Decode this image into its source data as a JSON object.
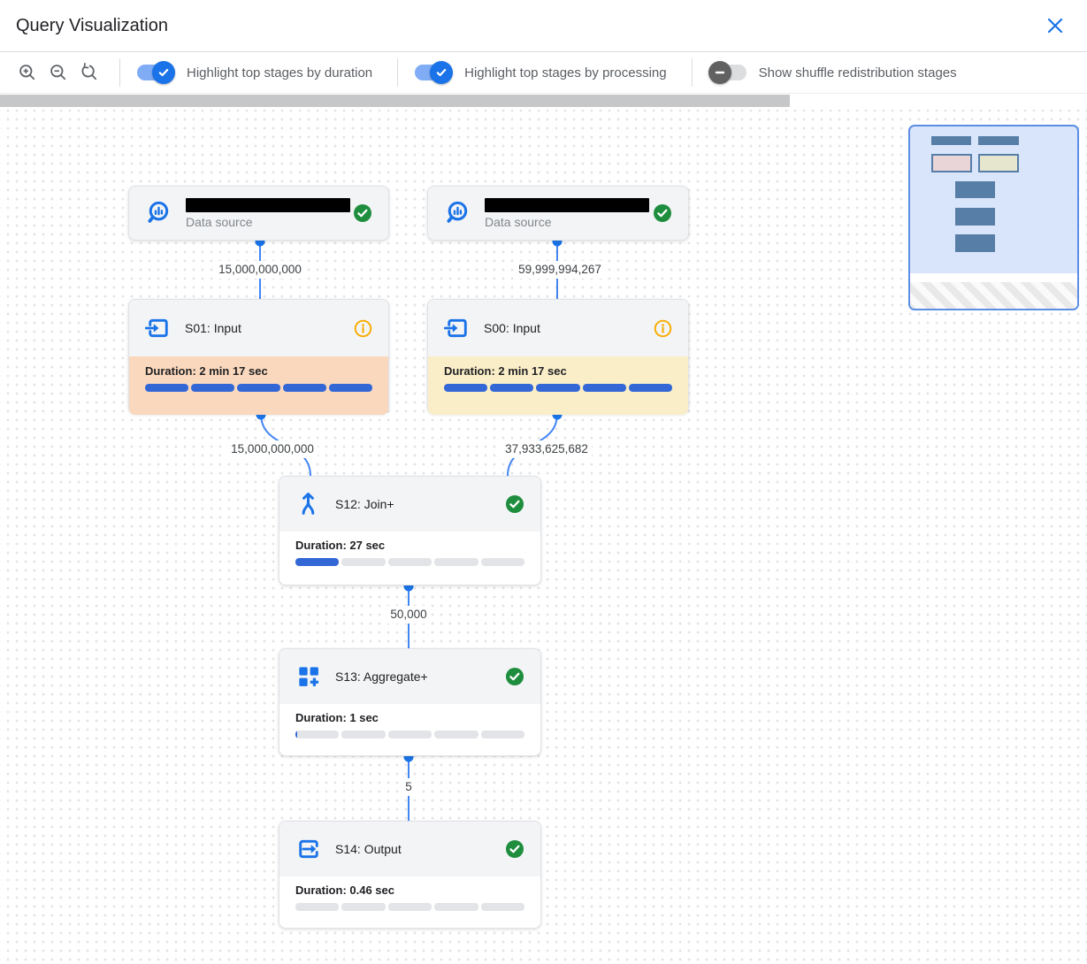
{
  "header": {
    "title": "Query Visualization"
  },
  "toolbar": {
    "toggles": [
      {
        "label": "Highlight top stages by duration",
        "state": "on"
      },
      {
        "label": "Highlight top stages by processing",
        "state": "on"
      },
      {
        "label": "Show shuffle redistribution stages",
        "state": "off"
      }
    ]
  },
  "graph": {
    "sources": [
      {
        "type_label": "Data source",
        "status": "completed",
        "name_redacted": true
      },
      {
        "type_label": "Data source",
        "status": "completed",
        "name_redacted": true
      }
    ],
    "stages": [
      {
        "title": "S01: Input",
        "duration": "Duration: 2 min 17 sec",
        "status": "info",
        "highlight": "duration",
        "segments": [
          1,
          1,
          1,
          1,
          1
        ]
      },
      {
        "title": "S00: Input",
        "duration": "Duration: 2 min 17 sec",
        "status": "info",
        "highlight": "processing",
        "segments": [
          1,
          1,
          1,
          1,
          1
        ]
      },
      {
        "title": "S12: Join+",
        "duration": "Duration: 27 sec",
        "status": "completed",
        "highlight": "none",
        "segments": [
          1,
          0,
          0,
          0,
          0
        ]
      },
      {
        "title": "S13: Aggregate+",
        "duration": "Duration: 1 sec",
        "status": "completed",
        "highlight": "none",
        "segments": [
          0.05,
          0,
          0,
          0,
          0
        ]
      },
      {
        "title": "S14: Output",
        "duration": "Duration: 0.46 sec",
        "status": "completed",
        "highlight": "none",
        "segments": [
          0,
          0,
          0,
          0,
          0
        ]
      }
    ],
    "edge_labels": {
      "ds1_s01": "15,000,000,000",
      "ds2_s00": "59,999,994,267",
      "s01_s12": "15,000,000,000",
      "s00_s12": "37,933,625,682",
      "s12_s13": "50,000",
      "s13_s14": "5"
    }
  },
  "colors": {
    "accent_blue": "#1a73e8",
    "edge_blue": "#4285f4",
    "progress_blue": "#3367d6",
    "success_green": "#1e8e3e",
    "warning_orange": "#f9ab00",
    "duration_highlight": "#fad8bd",
    "processing_highlight": "#faeec8"
  }
}
